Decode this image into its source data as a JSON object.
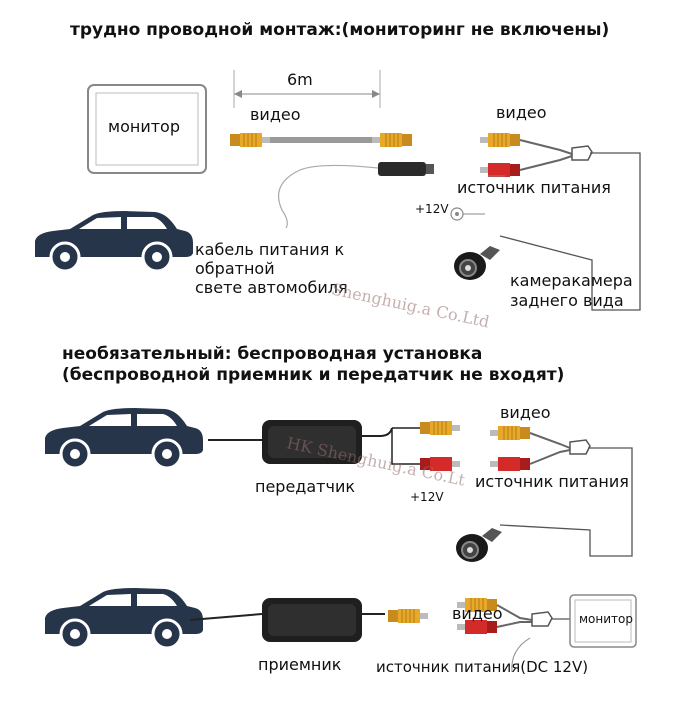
{
  "colors": {
    "rca_yellow": "#e8a92a",
    "rca_red": "#d42a2a",
    "rca_black": "#2a2a2a",
    "wire": "#444444",
    "watermark": "#9a6e6e"
  },
  "section_wired": {
    "title": "трудно проводной монтаж:(мониторинг не включены)",
    "distance": "6m",
    "monitor": "монитор",
    "video_left": "видео",
    "video_right": "видео",
    "power_cable": [
      "кабель питания к",
      "обратной",
      "свете автомобиля"
    ],
    "power_source": "источник питания",
    "voltage": "+12V",
    "camera": [
      "камеракамера",
      "заднего вида"
    ]
  },
  "watermark_1": "Shenghuig.a Co.Ltd",
  "section_wireless": {
    "title_line1": "необязательный: беспроводная установка",
    "title_line2": "(беспроводной приемник и передатчик не входят)",
    "video": "видео",
    "transmitter": "передатчик",
    "voltage": "+12V",
    "power_source": "источник питания"
  },
  "watermark_2": "HK Shenghuig.a Co.Lt",
  "section_receiver": {
    "video": "видео",
    "monitor": "монитор",
    "receiver": "приемник",
    "power_source": "источник питания(DC 12V)"
  }
}
